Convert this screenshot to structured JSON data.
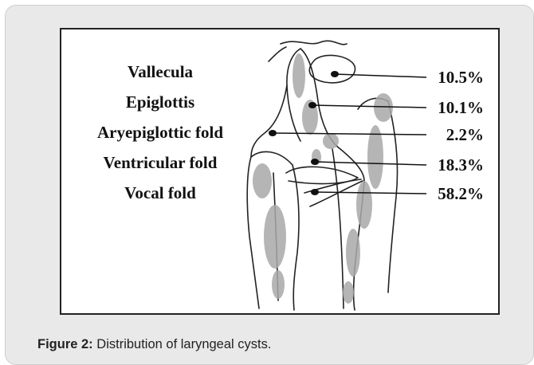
{
  "diagram": {
    "labels": [
      {
        "structure": "Vallecula",
        "percent": "10.5%"
      },
      {
        "structure": "Epiglottis",
        "percent": "10.1%"
      },
      {
        "structure": "Aryepiglottic fold",
        "percent": "2.2%"
      },
      {
        "structure": "Ventricular fold",
        "percent": "18.3%"
      },
      {
        "structure": "Vocal fold",
        "percent": "58.2%"
      }
    ]
  },
  "caption": {
    "label": "Figure 2:",
    "text": "Distribution of laryngeal cysts."
  }
}
